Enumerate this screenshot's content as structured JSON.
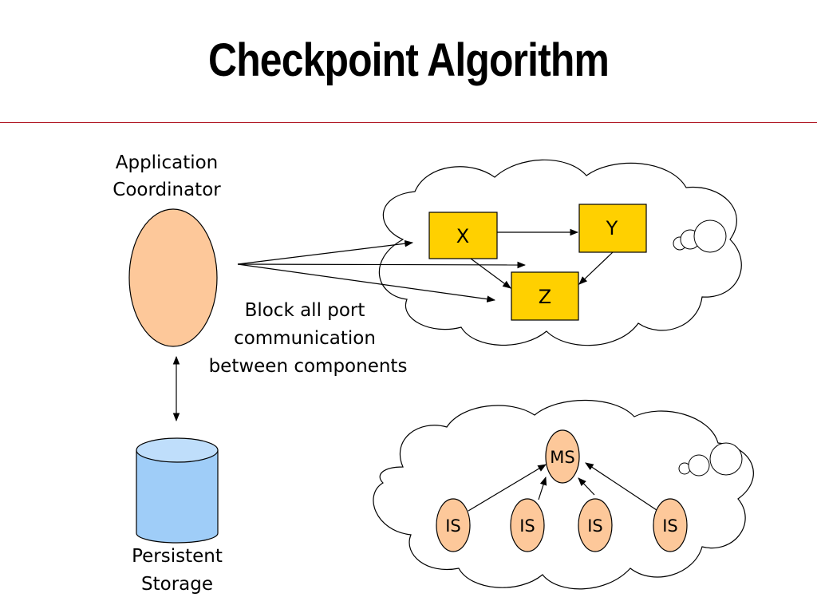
{
  "slide": {
    "title": "Checkpoint Algorithm"
  },
  "coordinator": {
    "label_line1": "Application",
    "label_line2": "Coordinator",
    "fill": "#fdc89a"
  },
  "storage": {
    "label_line1": "Persistent",
    "label_line2": "Storage",
    "fill": "#9fcdf8"
  },
  "message": {
    "line1": "Block all port",
    "line2": "communication",
    "line3": "between components"
  },
  "components": {
    "fill": "#ffd000",
    "x_label": "X",
    "y_label": "Y",
    "z_label": "Z"
  },
  "services": {
    "fill": "#fdc89a",
    "ms_label": "MS",
    "is_labels": [
      "IS",
      "IS",
      "IS",
      "IS"
    ]
  },
  "colors": {
    "title_rule": "#b11a27",
    "cloud_fill": "#ffffff",
    "outline": "#000000"
  }
}
